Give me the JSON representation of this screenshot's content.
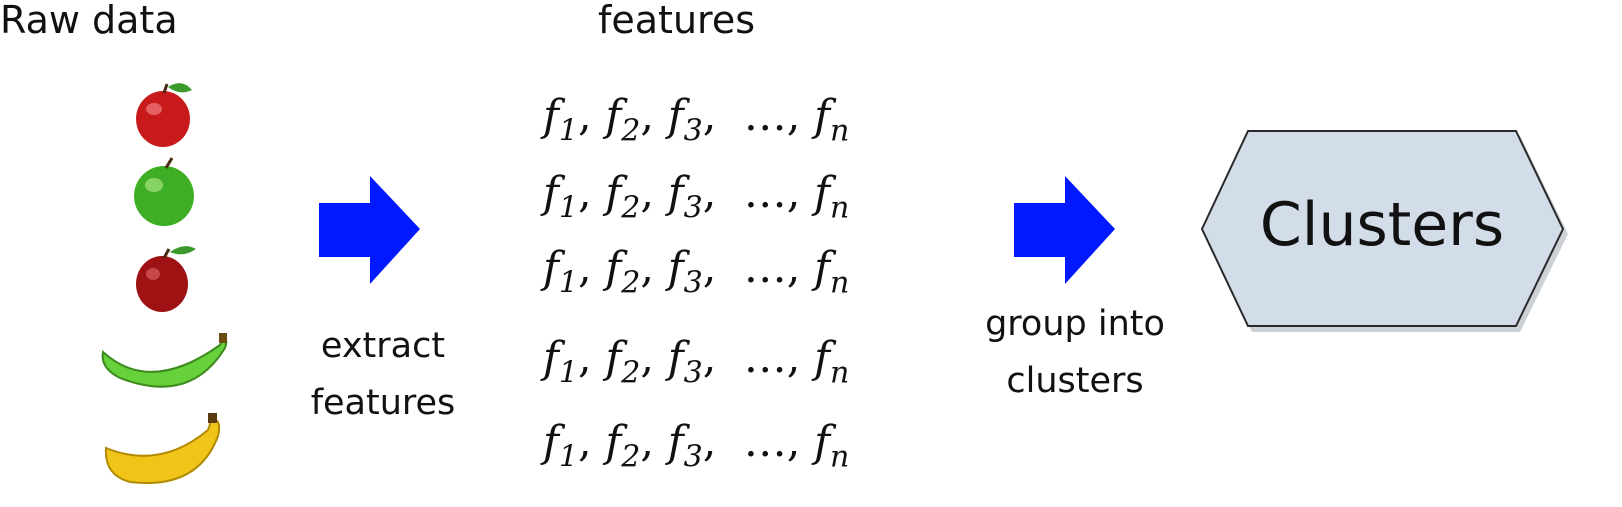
{
  "raw_data_title": "Raw data",
  "features_title": "features",
  "extract_caption": [
    "extract",
    "features"
  ],
  "group_caption": [
    "group into",
    "clusters"
  ],
  "cluster_label": "Clusters",
  "feature_row": {
    "f": "f",
    "sub1": "1",
    "sub2": "2",
    "sub3": "3",
    "ellipsis": "…",
    "subn": "n"
  },
  "raw_items": [
    "red apple",
    "green apple",
    "red apple",
    "green banana",
    "yellow banana"
  ],
  "colors": {
    "arrow": "#0019ff",
    "cluster_fill": "#d3dde9",
    "cluster_stroke": "#2a2a2a",
    "apple_red": "#c8191b",
    "apple_green": "#3fae27",
    "banana_green": "#66d13a",
    "banana_yellow": "#f0c419"
  }
}
